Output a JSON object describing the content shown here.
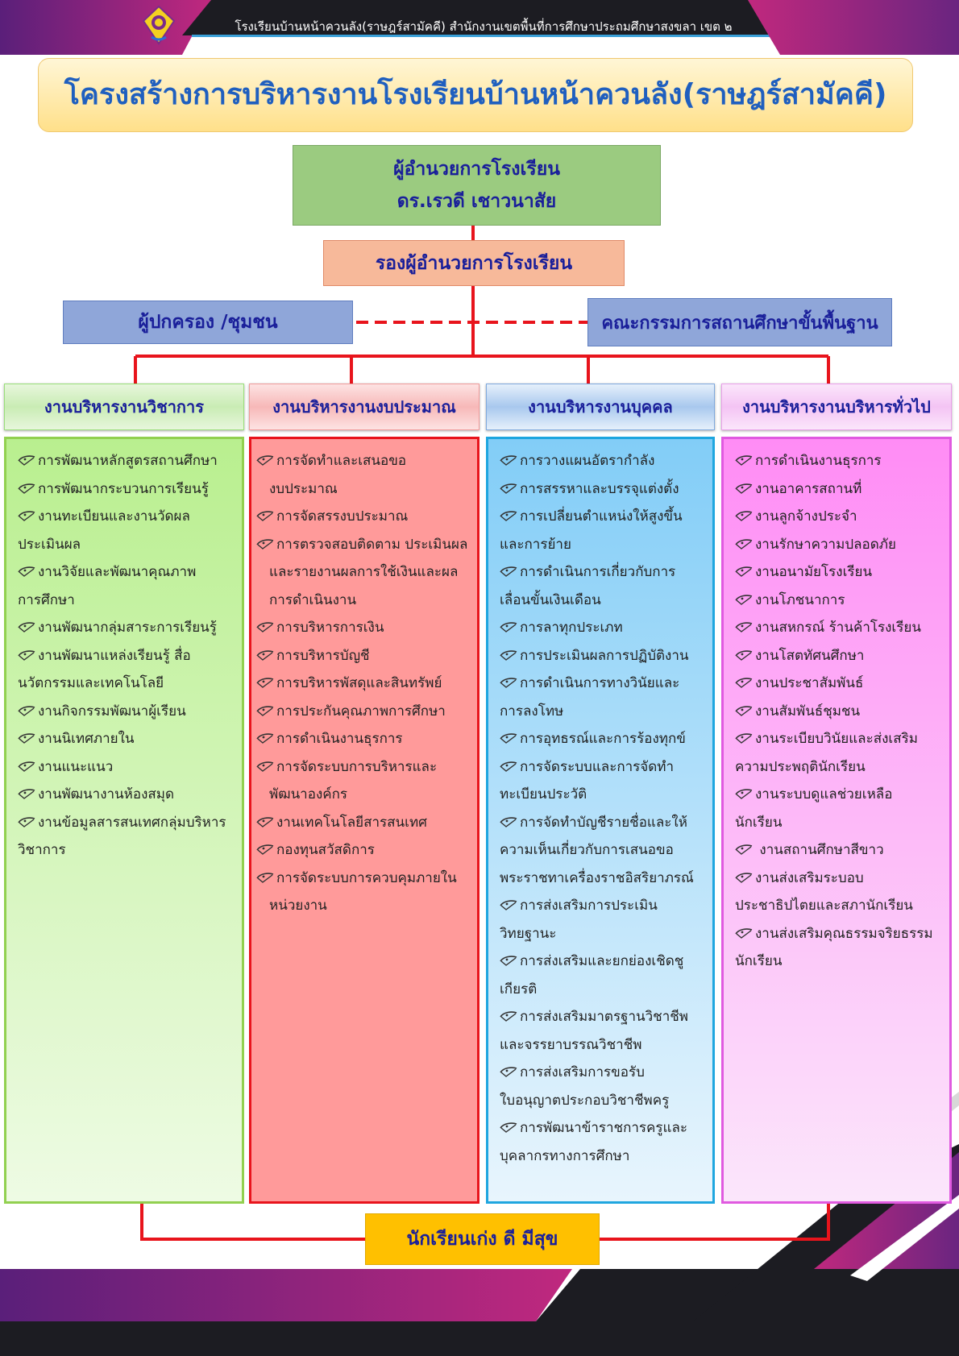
{
  "header": {
    "school_line": "โรงเรียนบ้านหน้าควนลัง(ราษฎร์สามัคคี) สำนักงานเขตพื้นที่การศึกษาประถมศึกษาสงขลา เขต ๒"
  },
  "title": "โครงสร้างการบริหารงานโรงเรียนบ้านหน้าควนลัง(ราษฎร์สามัคคี)",
  "director": {
    "role": "ผู้อำนวยการโรงเรียน",
    "name": "ดร.เรวดี  เชาวนาสัย"
  },
  "deputy": "รองผู้อำนวยการโรงเรียน",
  "parents": "ผู้ปกครอง /ชุมชน",
  "committee": "คณะกรรมการสถานศึกษาขั้นพื้นฐาน",
  "students": "นักเรียนเก่ง ดี มีสุข",
  "colors": {
    "academic": "#b9ef8f",
    "budget": "#ff9a9a",
    "personnel": "#9bd8ff",
    "general": "#ffa8f7",
    "connector": "#e8141c",
    "title_text": "#1f5fbf",
    "box_text": "#1a1f9a"
  },
  "departments": [
    {
      "title": "งานบริหารงานวิชาการ",
      "items": [
        [
          "การพัฒนาหลักสูตรสถานศึกษา"
        ],
        [
          "การพัฒนากระบวนการเรียนรู้"
        ],
        [
          "งานทะเบียนและงานวัดผล",
          "ประเมินผล"
        ],
        [
          "งานวิจัยและพัฒนาคุณภาพ",
          "การศึกษา"
        ],
        [
          "งานพัฒนากลุ่มสาระการเรียนรู้"
        ],
        [
          "งานพัฒนาแหล่งเรียนรู้ สื่อ",
          "นวัตกรรมและเทคโนโลยี"
        ],
        [
          "งานกิจกรรมพัฒนาผู้เรียน"
        ],
        [
          "งานนิเทศภายใน"
        ],
        [
          "งานแนะแนว"
        ],
        [
          "งานพัฒนางานห้องสมุด"
        ],
        [
          "งานข้อมูลสารสนเทศกลุ่มบริหาร",
          "วิชาการ"
        ]
      ]
    },
    {
      "title": "งานบริหารงานงบประมาณ",
      "items": [
        [
          "การจัดทำและเสนอขอ",
          "งบประมาณ"
        ],
        [
          "การจัดสรรงบประมาณ"
        ],
        [
          "การตรวจสอบติดตาม ประเมินผล",
          "และรายงานผลการใช้เงินและผล",
          "การดำเนินงาน"
        ],
        [
          "การบริหารการเงิน"
        ],
        [
          "การบริหารบัญชี"
        ],
        [
          "การบริหารพัสดุและสินทรัพย์"
        ],
        [
          "การประกันคุณภาพการศึกษา"
        ],
        [
          "การดำเนินงานธุรการ"
        ],
        [
          "การจัดระบบการบริหารและ",
          "พัฒนาองค์กร"
        ],
        [
          "งานเทคโนโลยีสารสนเทศ"
        ],
        [
          "กองทุนสวัสดิการ"
        ],
        [
          "การจัดระบบการควบคุมภายใน",
          "หน่วยงาน"
        ]
      ]
    },
    {
      "title": "งานบริหารงานบุคคล",
      "items": [
        [
          "การวางแผนอัตรากำลัง"
        ],
        [
          "การสรรหาและบรรจุแต่งตั้ง"
        ],
        [
          "การเปลี่ยนตำแหน่งให้สูงขึ้น",
          "และการย้าย"
        ],
        [
          "การดำเนินการเกี่ยวกับการ",
          "เลื่อนขั้นเงินเดือน"
        ],
        [
          "การลาทุกประเภท"
        ],
        [
          "การประเมินผลการปฏิบัติงาน"
        ],
        [
          "การดำเนินการทางวินัยและ",
          "การลงโทษ"
        ],
        [
          "การอุทธรณ์และการร้องทุกข์"
        ],
        [
          "การจัดระบบและการจัดทำ",
          "ทะเบียนประวัติ"
        ],
        [
          "การจัดทำบัญชีรายชื่อและให้",
          "ความเห็นเกี่ยวกับการเสนอขอ",
          "พระราชทาเครื่องราชอิสริยาภรณ์"
        ],
        [
          "การส่งเสริมการประเมิน",
          "วิทยฐานะ"
        ],
        [
          "การส่งเสริมและยกย่องเชิดชู",
          "เกียรติ"
        ],
        [
          "การส่งเสริมมาตรฐานวิชาชีพ",
          "และจรรยาบรรณวิชาชีพ"
        ],
        [
          "การส่งเสริมการขอรับ",
          "ใบอนุญาตประกอบวิชาชีพครู"
        ],
        [
          "การพัฒนาข้าราชการครูและ",
          "บุคลากรทางการศึกษา"
        ]
      ]
    },
    {
      "title": "งานบริหารงานบริหารทั่วไป",
      "items": [
        [
          "การดำเนินงานธุรการ"
        ],
        [
          "งานอาคารสถานที่"
        ],
        [
          "งานลูกจ้างประจำ"
        ],
        [
          "งานรักษาความปลอดภัย"
        ],
        [
          "งานอนามัยโรงเรียน"
        ],
        [
          "งานโภชนาการ"
        ],
        [
          "งานสหกรณ์ ร้านค้าโรงเรียน"
        ],
        [
          "งานโสตทัศนศึกษา"
        ],
        [
          "งานประชาสัมพันธ์"
        ],
        [
          "งานสัมพันธ์ชุมชน"
        ],
        [
          "งานระเบียบวินัยและส่งเสริม",
          "ความประพฤตินักเรียน"
        ],
        [
          "งานระบบดูแลช่วยเหลือ",
          "นักเรียน"
        ],
        [
          " งานสถานศึกษาสีขาว"
        ],
        [
          "งานส่งเสริมระบอบ",
          "ประชาธิปไตยและสภานักเรียน"
        ],
        [
          "งานส่งเสริมคุณธรรมจริยธรรม",
          "นักเรียน"
        ]
      ]
    }
  ]
}
